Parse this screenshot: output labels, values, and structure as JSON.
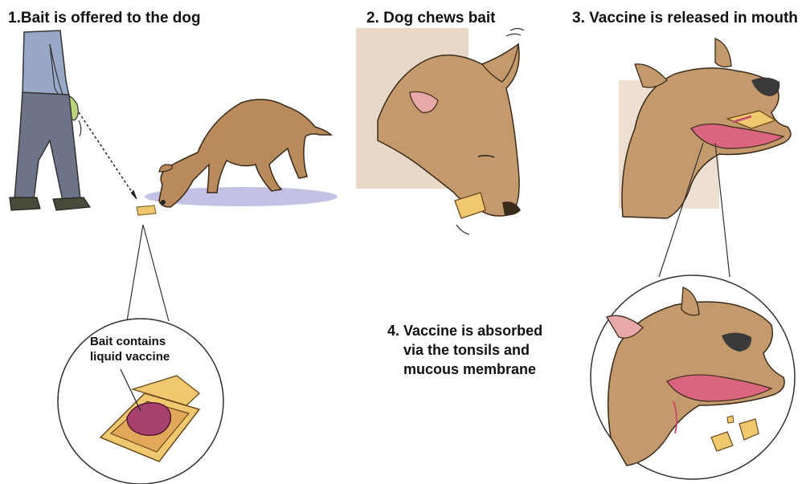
{
  "steps": {
    "step1": "1.Bait is offered to the dog",
    "step2": "2. Dog chews bait",
    "step3": "3. Vaccine is released in mouth",
    "step4": [
      "4.  Vaccine is absorbed",
      "via the tonsils and",
      "mucous membrane"
    ]
  },
  "callout": {
    "line1": "Bait contains",
    "line2": "liquid vaccine"
  },
  "colors": {
    "dog_fur": "#b88a5c",
    "dog_fur_light": "#d9b38a",
    "bait": "#f1c870",
    "vaccine": "#a8426c",
    "gums": "#d9657f",
    "shadow": "#a9a6d8",
    "pants": "#6d7488",
    "shirt": "#9aa8c8",
    "glove": "#b9d47a"
  }
}
